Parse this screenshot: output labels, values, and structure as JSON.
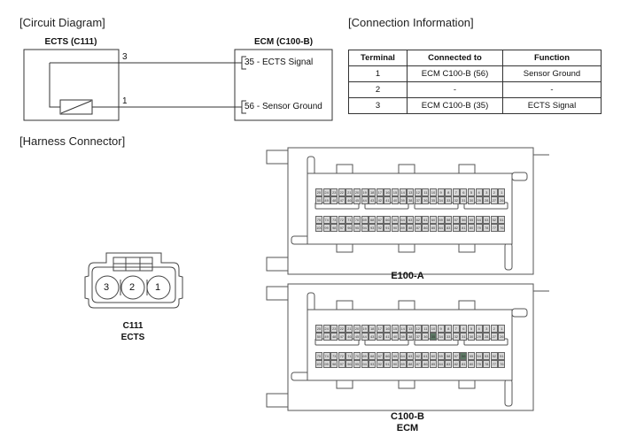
{
  "sections": {
    "circuit": "[Circuit Diagram]",
    "connection": "[Connection Information]",
    "harness": "[Harness Connector]"
  },
  "circuit": {
    "left_component": "ECTS (C111)",
    "right_component": "ECM (C100-B)",
    "left_pins": [
      "3",
      "1"
    ],
    "right_pins": [
      "35 - ECTS Signal",
      "56 - Sensor Ground"
    ]
  },
  "table": {
    "headers": [
      "Terminal",
      "Connected to",
      "Function"
    ],
    "rows": [
      [
        "1",
        "ECM C100-B (56)",
        "Sensor Ground"
      ],
      [
        "2",
        "-",
        "-"
      ],
      [
        "3",
        "ECM C100-B (35)",
        "ECTS Signal"
      ]
    ]
  },
  "connectors": {
    "c111": {
      "pins": [
        "3",
        "2",
        "1"
      ],
      "label1": "C111",
      "label2": "ECTS"
    },
    "e100a": {
      "label": "E100-A",
      "highlighted": []
    },
    "c100b": {
      "label1": "C100-B",
      "label2": "ECM",
      "highlighted": [
        35,
        56
      ]
    }
  },
  "colors": {
    "line": "#333333",
    "pin": "#d8d8d8",
    "highlight": "#5e7a66"
  }
}
